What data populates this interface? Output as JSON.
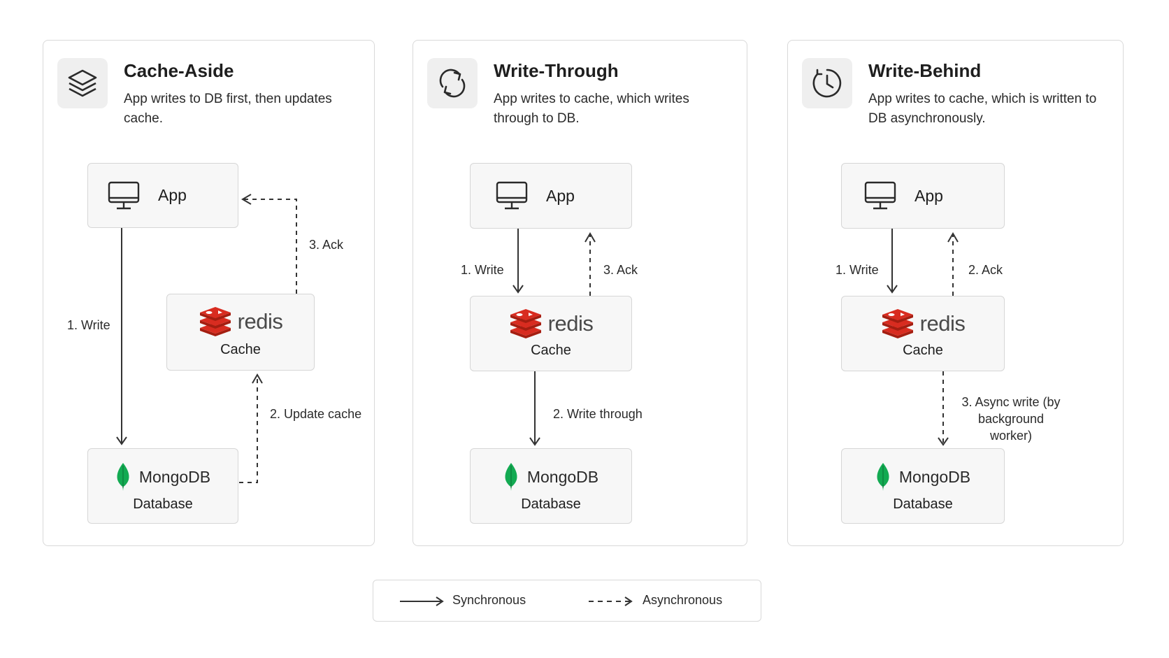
{
  "colors": {
    "redis": "#d82c20",
    "mongo_leaf": "#13aa52",
    "arrow": "#333333",
    "border": "#d9d9d9"
  },
  "panels": [
    {
      "icon": "layers-icon",
      "title": "Cache-Aside",
      "description": "App writes to DB first, then updates cache.",
      "app_label": "App",
      "redis_word": "redis",
      "cache_label": "Cache",
      "mongo_word": "MongoDB",
      "db_label": "Database",
      "edges": {
        "write": "1. Write",
        "update": "2. Update cache",
        "ack": "3. Ack"
      }
    },
    {
      "icon": "refresh-icon",
      "title": "Write-Through",
      "description": "App writes to cache, which writes through to DB.",
      "app_label": "App",
      "redis_word": "redis",
      "cache_label": "Cache",
      "mongo_word": "MongoDB",
      "db_label": "Database",
      "edges": {
        "write": "1. Write",
        "through": "2. Write through",
        "ack": "3. Ack"
      }
    },
    {
      "icon": "clock-icon",
      "title": "Write-Behind",
      "description": "App writes to cache, which is written to DB asynchronously.",
      "app_label": "App",
      "redis_word": "redis",
      "cache_label": "Cache",
      "mongo_word": "MongoDB",
      "db_label": "Database",
      "edges": {
        "write": "1. Write",
        "ack": "2. Ack",
        "async": "3. Async write (by background worker)"
      }
    }
  ],
  "legend": {
    "sync": "Synchronous",
    "async": "Asynchronous"
  }
}
